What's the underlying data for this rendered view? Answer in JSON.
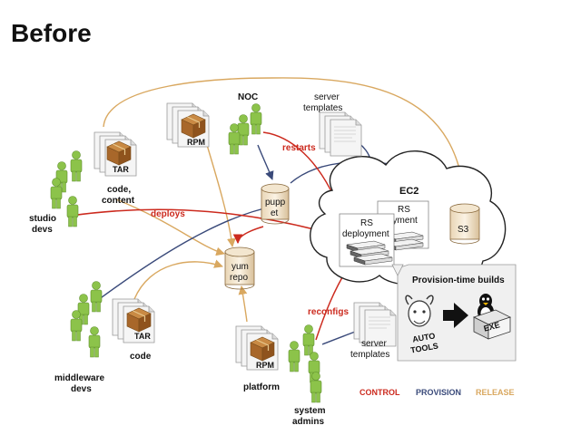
{
  "title": "Before",
  "actors": {
    "noc": "NOC",
    "studio_devs_line1": "studio",
    "studio_devs_line2": "devs",
    "middleware_line1": "middleware",
    "middleware_line2": "devs",
    "sysadmins_line1": "system",
    "sysadmins_line2": "admins"
  },
  "docs": {
    "server_templates_top_1": "server",
    "server_templates_top_2": "templates",
    "server_templates_bottom_1": "server",
    "server_templates_bottom_2": "templates",
    "code_content_1": "code,",
    "code_content_2": "content",
    "code": "code",
    "platform": "platform"
  },
  "packages": {
    "rpm_top": "RPM",
    "tar_top": "TAR",
    "tar_mid": "TAR",
    "rpm_bottom": "RPM",
    "exe": "EXE"
  },
  "stores": {
    "puppet_1": "pupp",
    "puppet_2": "et",
    "yum_1": "yum",
    "yum_2": "repo",
    "s3": "S3"
  },
  "cloud": {
    "label": "EC2",
    "rs_back_1": "RS",
    "rs_back_2": "oyment",
    "rs_front_1": "RS",
    "rs_front_2": "deployment"
  },
  "arrows": {
    "restarts": "restarts",
    "deploys": "deploys",
    "reconfigs": "reconfigs"
  },
  "callout": {
    "title": "Provision-time builds",
    "autotools_1": "AUTO",
    "autotools_2": "TOOLS"
  },
  "legend": {
    "control": "CONTROL",
    "provision": "PROVISION",
    "release": "RELEASE"
  },
  "colors": {
    "control": "#cc2a1e",
    "provision": "#3a4a7a",
    "release": "#d9a860",
    "person": "#8cc34a"
  }
}
